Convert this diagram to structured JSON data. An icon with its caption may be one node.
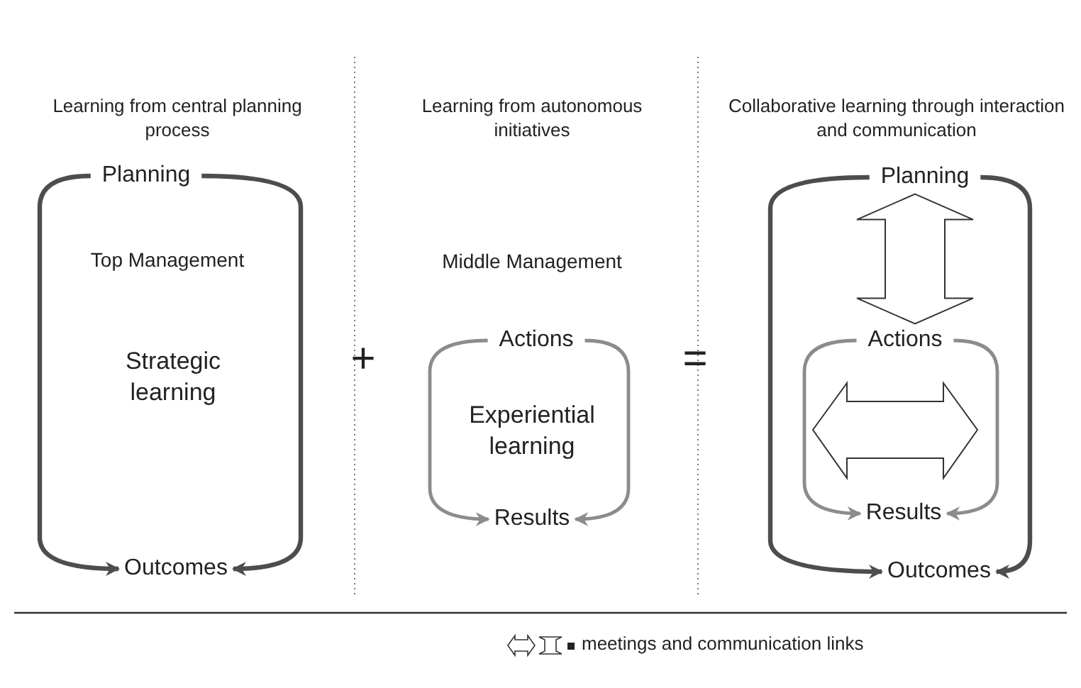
{
  "diagram": {
    "nodes": [
      {
        "text": [
          "Planning"
        ]
      },
      {
        "text": [
          "Outcomes"
        ]
      },
      {
        "text": [
          "Actions"
        ]
      },
      {
        "text": [
          "Results"
        ]
      },
      {
        "text": [
          "Planning"
        ]
      },
      {
        "text": [
          "Actions"
        ]
      },
      {
        "text": [
          "Results"
        ]
      },
      {
        "text": [
          "Outcomes"
        ]
      }
    ],
    "edges": [
      {
        "from": 0,
        "to": 1,
        "arrow": "to"
      },
      {
        "from": 0,
        "to": 1,
        "arrow": "to"
      },
      {
        "from": 2,
        "to": 3,
        "arrow": "to",
        "color": "#8c8c8c"
      },
      {
        "from": 2,
        "to": 3,
        "arrow": "to",
        "color": "#8c8c8c"
      },
      {
        "from": 4,
        "to": 7,
        "arrow": "to"
      },
      {
        "from": 4,
        "to": 7,
        "arrow": "to"
      },
      {
        "from": 5,
        "to": 6,
        "arrow": "to",
        "color": "#8c8c8c"
      },
      {
        "from": 5,
        "to": 6,
        "arrow": "to",
        "color": "#8c8c8c"
      },
      {
        "from": 4,
        "to": 5,
        "arrow": "both",
        "style": "thick"
      }
    ],
    "labels": [
      "Learning from central planning process",
      "Learning from autonomous initiatives",
      "Collaborative learning through interaction and communication",
      "Top Management",
      "Strategic learning",
      "Middle Management",
      "+",
      "Experiential learning",
      "="
    ],
    "legend": [
      {
        "text": "meetings and communication links"
      }
    ]
  }
}
